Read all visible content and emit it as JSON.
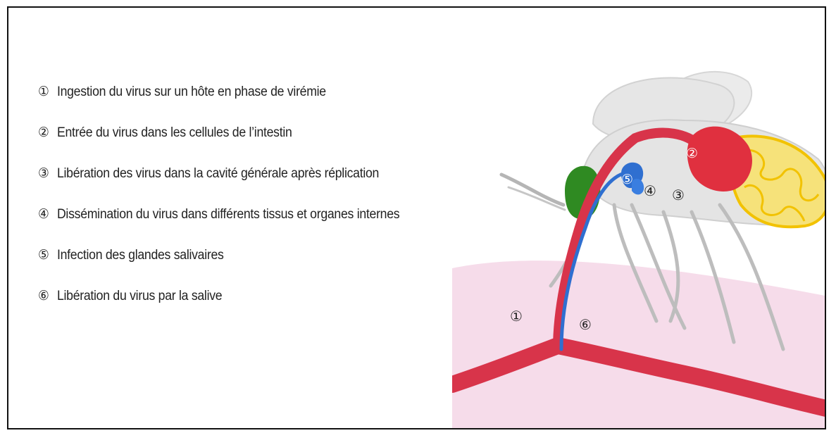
{
  "legend": {
    "items": [
      {
        "num": "①",
        "text": "Ingestion du virus sur un hôte en phase de virémie"
      },
      {
        "num": "②",
        "text": "Entrée du virus dans les cellules de l’intestin"
      },
      {
        "num": "③",
        "text": "Libération des virus dans la cavité générale après réplication"
      },
      {
        "num": "④",
        "text": "Dissémination du virus dans différents tissus et organes internes"
      },
      {
        "num": "⑤",
        "text": "Infection des glandes salivaires"
      },
      {
        "num": "⑥",
        "text": "Libération du virus par la salive"
      }
    ]
  },
  "illustration": {
    "markers": {
      "m1": "①",
      "m2": "②",
      "m3": "③",
      "m4": "④",
      "m5": "⑤",
      "m6": "⑥"
    },
    "colors": {
      "skin": "#f6dcea",
      "blood_vessel": "#d8344a",
      "gut": "#e0303f",
      "salivary_gland": "#2f6fd0",
      "head_gland": "#2f8a22",
      "ovary": "#f2c200",
      "body": "#e4e4e4",
      "legs": "#bdbdbd"
    }
  }
}
